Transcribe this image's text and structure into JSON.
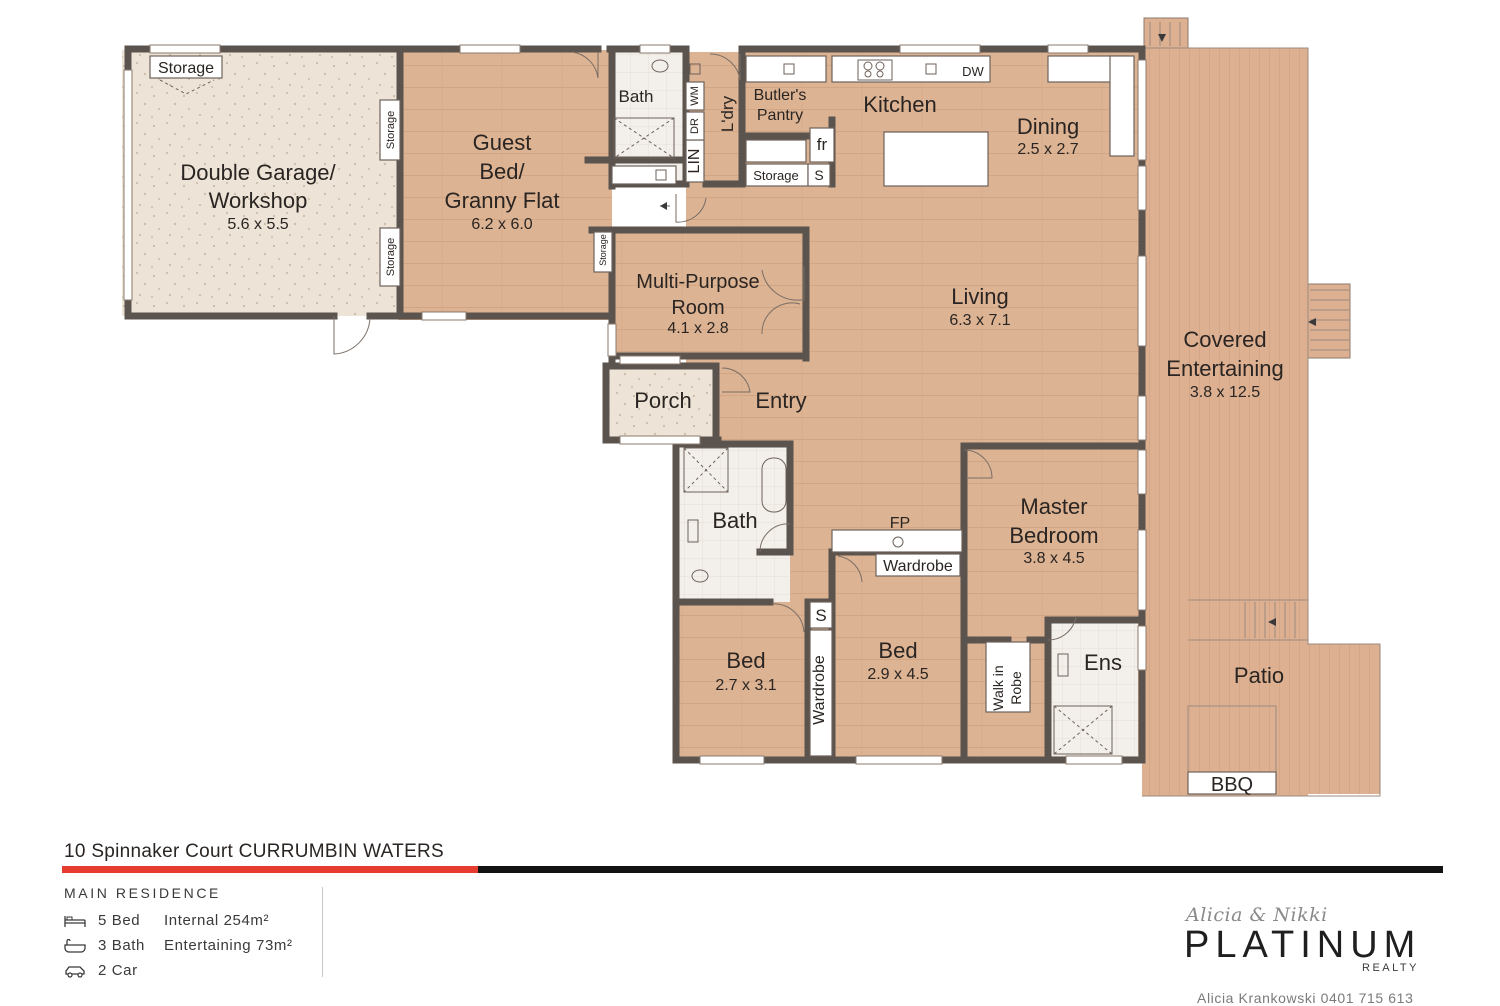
{
  "rooms": {
    "garage": {
      "name_l1": "Double Garage/",
      "name_l2": "Workshop",
      "size": "5.6 x 5.5"
    },
    "garage_storage": "Storage",
    "side_storage_1": "Storage",
    "side_storage_2": "Storage",
    "guest": {
      "name_l1": "Guest",
      "name_l2": "Bed/",
      "name_l3": "Granny Flat",
      "size": "6.2 x 6.0"
    },
    "bath_top": "Bath",
    "wm": "WM",
    "dr": "DR",
    "lin": "LIN",
    "laundry": "L'dry",
    "butlers_l1": "Butler's",
    "butlers_l2": "Pantry",
    "fr": "fr",
    "pantry_storage": "Storage",
    "pantry_s": "S",
    "dw": "DW",
    "kitchen": "Kitchen",
    "dining": {
      "name": "Dining",
      "size": "2.5 x 2.7"
    },
    "multi": {
      "name_l1": "Multi-Purpose",
      "name_l2": "Room",
      "size": "4.1 x 2.8"
    },
    "multi_storage": "Storage",
    "living": {
      "name": "Living",
      "size": "6.3 x 7.1"
    },
    "porch": "Porch",
    "entry": "Entry",
    "covered": {
      "name_l1": "Covered",
      "name_l2": "Entertaining",
      "size": "3.8 x 12.5"
    },
    "bath_mid": "Bath",
    "fp": "FP",
    "wardrobe": "Wardrobe",
    "master": {
      "name_l1": "Master",
      "name_l2": "Bedroom",
      "size": "3.8 x 4.5"
    },
    "bed1": {
      "name": "Bed",
      "size": "2.7 x 3.1"
    },
    "bed_s": "S",
    "wardrobe_v": "Wardrobe",
    "bed2": {
      "name": "Bed",
      "size": "2.9 x 4.5"
    },
    "walkin_l1": "Walk in",
    "walkin_l2": "Robe",
    "ens": "Ens",
    "patio": "Patio",
    "bbq": "BBQ"
  },
  "footer": {
    "address": "10 Spinnaker Court CURRUMBIN WATERS",
    "section": "MAIN RESIDENCE",
    "beds": "5 Bed",
    "baths": "3 Bath",
    "cars": "2 Car",
    "internal": "Internal 254m²",
    "entertaining": "Entertaining 73m²"
  },
  "brand": {
    "script": "Alicia & Nikki",
    "main": "PLATINUM",
    "sub": "REALTY",
    "agent": "Alicia Krankowski 0401 715 613"
  },
  "colors": {
    "wall": "#5b534d",
    "floor_wood": "#dcb393",
    "deck": "#ddb091",
    "garage_floor": "#ede4d7",
    "tile": "#f3efea",
    "accent_red": "#e63c2f"
  }
}
